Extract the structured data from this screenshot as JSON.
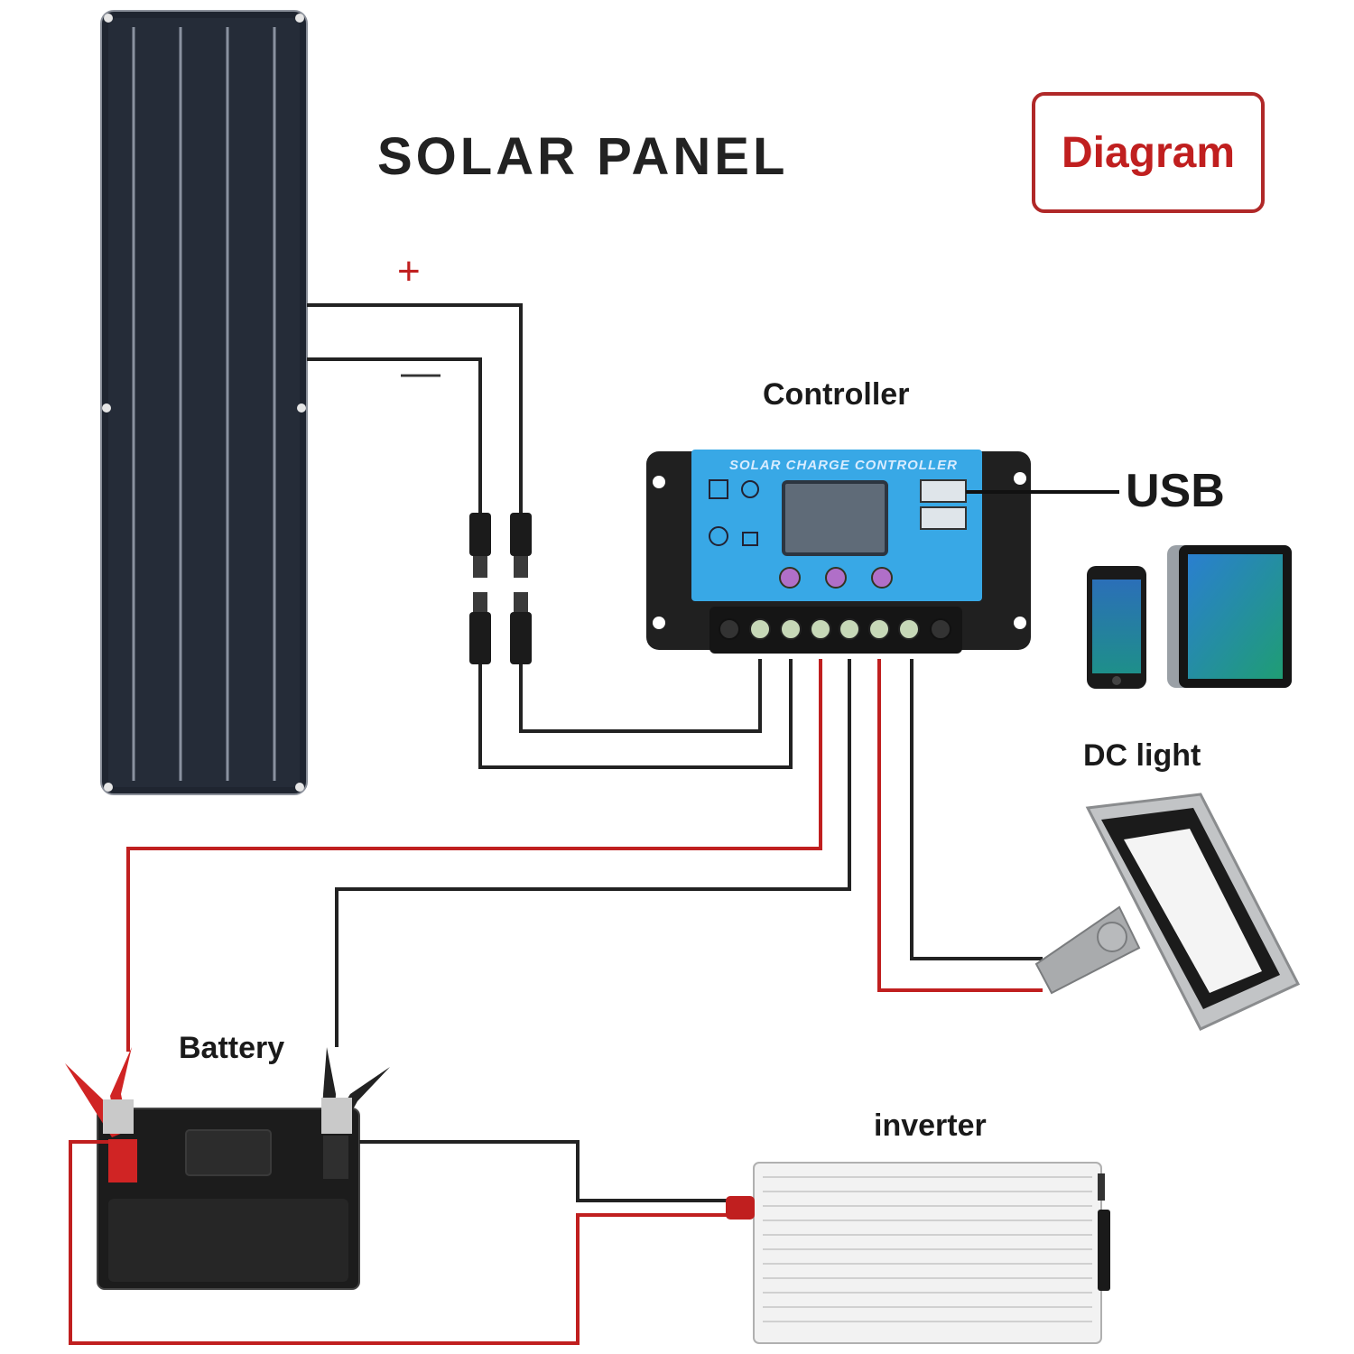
{
  "labels": {
    "solar_panel": "SOLAR  PANEL",
    "diagram": "Diagram",
    "controller": "Controller",
    "usb": "USB",
    "dc_light": "DC light",
    "battery": "Battery",
    "inverter": "inverter",
    "plus": "+",
    "minus": "—",
    "controller_face": "SOLAR CHARGE CONTROLLER"
  },
  "colors": {
    "positive_wire": "#c01f1f",
    "negative_wire": "#222222",
    "title_box": "#b02828",
    "panel": "#1f2530",
    "controller_face": "#38a8e6"
  }
}
